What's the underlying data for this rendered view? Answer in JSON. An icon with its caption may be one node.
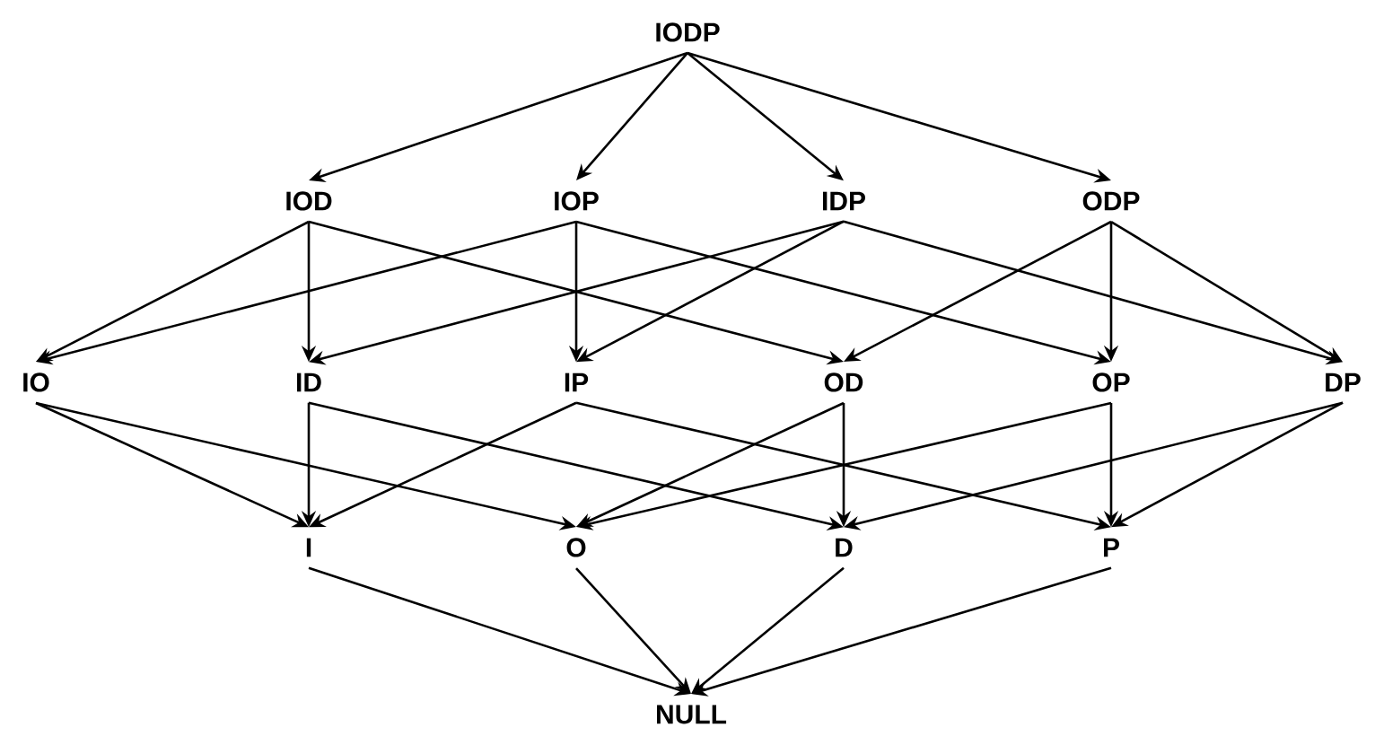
{
  "diagram": {
    "nodes": [
      {
        "text": [
          "IODP"
        ]
      },
      {
        "text": [
          "IOD"
        ]
      },
      {
        "text": [
          "IOP"
        ]
      },
      {
        "text": [
          "IDP"
        ]
      },
      {
        "text": [
          "ODP"
        ]
      },
      {
        "text": [
          "IO"
        ]
      },
      {
        "text": [
          "ID"
        ]
      },
      {
        "text": [
          "IP"
        ]
      },
      {
        "text": [
          "OD"
        ]
      },
      {
        "text": [
          "OP"
        ]
      },
      {
        "text": [
          "DP"
        ]
      },
      {
        "text": [
          "I"
        ]
      },
      {
        "text": [
          "O"
        ]
      },
      {
        "text": [
          "D"
        ]
      },
      {
        "text": [
          "P"
        ]
      },
      {
        "text": [
          "NULL"
        ]
      }
    ],
    "edges": [
      {
        "from": 0,
        "to": 1,
        "arrow": "to"
      },
      {
        "from": 0,
        "to": 2,
        "arrow": "to"
      },
      {
        "from": 0,
        "to": 3,
        "arrow": "to"
      },
      {
        "from": 0,
        "to": 4,
        "arrow": "to"
      },
      {
        "from": 1,
        "to": 5,
        "arrow": "to"
      },
      {
        "from": 1,
        "to": 6,
        "arrow": "to"
      },
      {
        "from": 1,
        "to": 8,
        "arrow": "to"
      },
      {
        "from": 2,
        "to": 5,
        "arrow": "to"
      },
      {
        "from": 2,
        "to": 7,
        "arrow": "to"
      },
      {
        "from": 2,
        "to": 9,
        "arrow": "to"
      },
      {
        "from": 3,
        "to": 6,
        "arrow": "to"
      },
      {
        "from": 3,
        "to": 7,
        "arrow": "to"
      },
      {
        "from": 3,
        "to": 10,
        "arrow": "to"
      },
      {
        "from": 4,
        "to": 8,
        "arrow": "to"
      },
      {
        "from": 4,
        "to": 9,
        "arrow": "to"
      },
      {
        "from": 4,
        "to": 10,
        "arrow": "to"
      },
      {
        "from": 5,
        "to": 11,
        "arrow": "to"
      },
      {
        "from": 5,
        "to": 12,
        "arrow": "to"
      },
      {
        "from": 6,
        "to": 11,
        "arrow": "to"
      },
      {
        "from": 6,
        "to": 13,
        "arrow": "to"
      },
      {
        "from": 7,
        "to": 11,
        "arrow": "to"
      },
      {
        "from": 7,
        "to": 14,
        "arrow": "to"
      },
      {
        "from": 8,
        "to": 12,
        "arrow": "to"
      },
      {
        "from": 8,
        "to": 13,
        "arrow": "to"
      },
      {
        "from": 9,
        "to": 12,
        "arrow": "to"
      },
      {
        "from": 9,
        "to": 14,
        "arrow": "to"
      },
      {
        "from": 10,
        "to": 13,
        "arrow": "to"
      },
      {
        "from": 10,
        "to": 14,
        "arrow": "to"
      },
      {
        "from": 11,
        "to": 15,
        "arrow": "to"
      },
      {
        "from": 12,
        "to": 15,
        "arrow": "to"
      },
      {
        "from": 13,
        "to": 15,
        "arrow": "to"
      },
      {
        "from": 14,
        "to": 15,
        "arrow": "to"
      }
    ]
  }
}
